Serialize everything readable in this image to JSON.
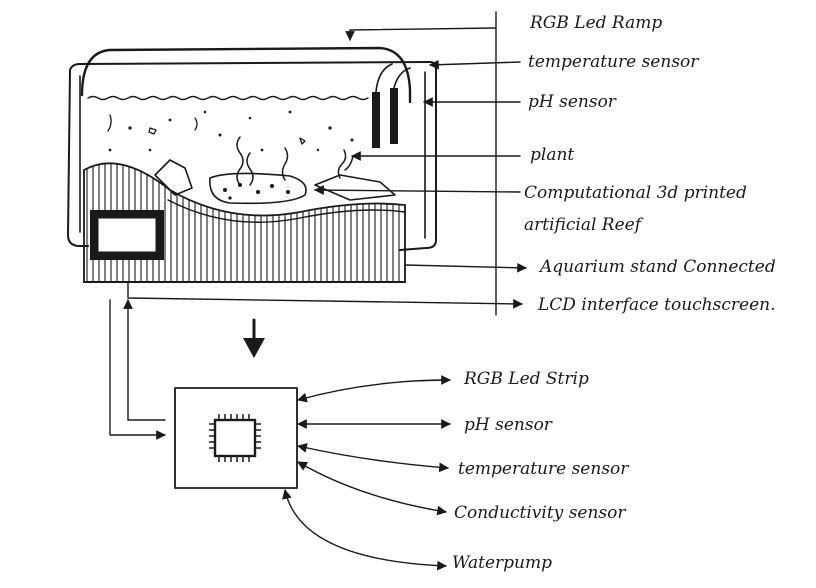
{
  "aquarium_labels": {
    "rgb_led_ramp": "RGB Led Ramp",
    "temperature_sensor": "temperature sensor",
    "ph_sensor": "pH sensor",
    "plant": "plant",
    "reef_line1": "Computational 3d printed",
    "reef_line2": "artificial Reef",
    "aquarium_stand": "Aquarium stand Connected",
    "lcd_interface": "LCD interface touchscreen."
  },
  "controller_labels": {
    "rgb_led_strip": "RGB Led Strip",
    "ph_sensor": "pH sensor",
    "temperature_sensor": "temperature sensor",
    "conductivity_sensor": "Conductivity sensor",
    "waterpump": "Waterpump"
  }
}
